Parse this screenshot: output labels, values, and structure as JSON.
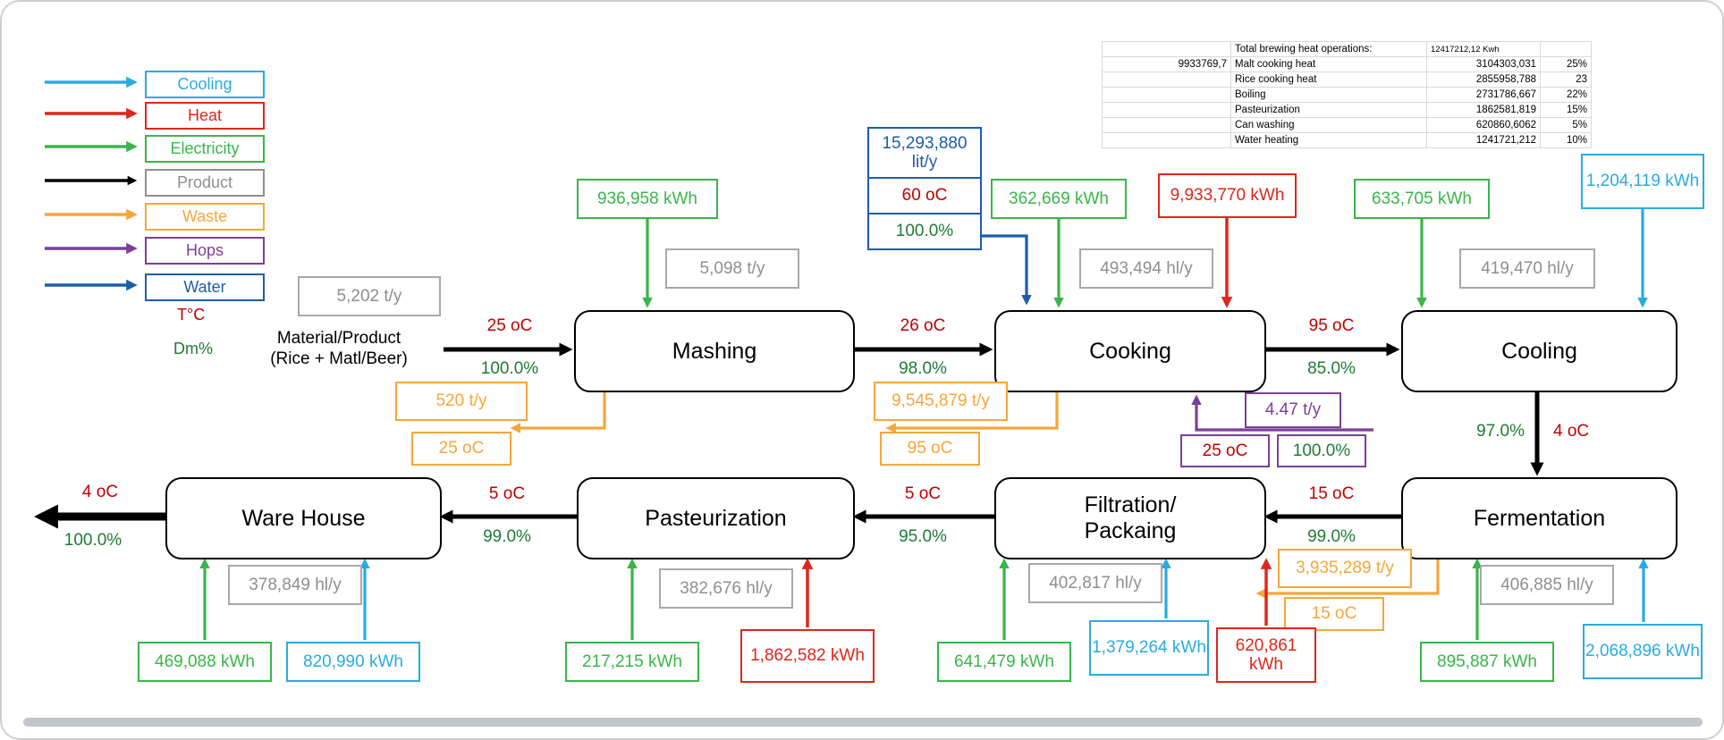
{
  "colors": {
    "cooling": "#29abe2",
    "heat": "#e1251b",
    "electricity": "#3ab54a",
    "product": "#000000",
    "waste": "#f5a73b",
    "hops": "#7c3f98",
    "water": "#1f5da8",
    "temp_text": "#c00000",
    "dm_text": "#1e7b34",
    "throughput_box": "#a8a8a8"
  },
  "legend": {
    "items": [
      {
        "label": "Cooling"
      },
      {
        "label": "Heat"
      },
      {
        "label": "Electricity"
      },
      {
        "label": "Product"
      },
      {
        "label": "Waste"
      },
      {
        "label": "Hops"
      },
      {
        "label": "Water"
      }
    ],
    "temp_symbol": "T°C",
    "dm_symbol": "Dm%"
  },
  "table": {
    "side_value": "9933769,7",
    "rows": [
      {
        "label": "Total brewing heat operations:",
        "value": "12417212,12 Kwh",
        "pct": ""
      },
      {
        "label": "Malt cooking heat",
        "value": "3104303,031",
        "pct": "25%"
      },
      {
        "label": "Rice cooking heat",
        "value": "2855958,788",
        "pct": "23"
      },
      {
        "label": "Boiling",
        "value": "2731786,667",
        "pct": "22%"
      },
      {
        "label": "Pasteurization",
        "value": "1862581,819",
        "pct": "15%"
      },
      {
        "label": "Can washing",
        "value": "620860,6062",
        "pct": "5%"
      },
      {
        "label": "Water heating",
        "value": "1241721,212",
        "pct": "10%"
      }
    ]
  },
  "input": {
    "line1": "Material/Product",
    "line2": "(Rice + Matl/Beer)",
    "qty": "5,202 t/y"
  },
  "nodes": {
    "mashing": "Mashing",
    "cooking": "Cooking",
    "cooling": "Cooling",
    "warehouse": "Ware House",
    "pasteurization": "Pasteurization",
    "filtration_line1": "Filtration/",
    "filtration_line2": "Packaing",
    "fermentation": "Fermentation"
  },
  "flows": {
    "input": {
      "temp": "25 oC",
      "dm": "100.0%"
    },
    "mashing_cooking": {
      "temp": "26 oC",
      "dm": "98.0%"
    },
    "cooking_cooling": {
      "temp": "95 oC",
      "dm": "85.0%"
    },
    "cooling_fermentation": {
      "dm": "97.0%",
      "temp": "4 oC"
    },
    "fermentation_filtration": {
      "temp": "15 oC",
      "dm": "99.0%"
    },
    "filtration_pasteurization": {
      "temp": "5 oC",
      "dm": "95.0%"
    },
    "pasteurization_warehouse": {
      "temp": "5 oC",
      "dm": "99.0%"
    },
    "output": {
      "temp": "4 oC",
      "dm": "100.0%"
    }
  },
  "stations": {
    "mashing": {
      "electricity": "936,958 kWh",
      "throughput": "5,098 t/y",
      "waste_qty": "520 t/y",
      "waste_temp": "25 oC"
    },
    "cooking": {
      "electricity": "362,669 kWh",
      "heat": "9,933,770 kWh",
      "throughput": "493,494 hl/y",
      "water_qty": "15,293,880 lit/y",
      "water_temp": "60 oC",
      "water_dm": "100.0%",
      "waste_qty": "9,545,879 t/y",
      "waste_temp": "95 oC",
      "hops_qty": "4.47 t/y",
      "hops_temp": "25 oC",
      "hops_dm": "100.0%"
    },
    "cooling": {
      "electricity": "633,705 kWh",
      "throughput": "419,470 hl/y",
      "cooling": "1,204,119 kWh"
    },
    "fermentation": {
      "electricity": "895,887 kWh",
      "cooling": "2,068,896 kWh",
      "throughput": "406,885 hl/y",
      "waste_qty": "3,935,289 t/y",
      "waste_temp": "15 oC"
    },
    "filtration": {
      "electricity": "641,479 kWh",
      "cooling": "1,379,264 kWh",
      "heat": "620,861 kWh",
      "throughput": "402,817 hl/y"
    },
    "pasteurization": {
      "electricity": "217,215 kWh",
      "heat": "1,862,582 kWh",
      "throughput": "382,676 hl/y"
    },
    "warehouse": {
      "electricity": "469,088 kWh",
      "cooling": "820,990 kWh",
      "throughput": "378,849 hl/y"
    }
  }
}
